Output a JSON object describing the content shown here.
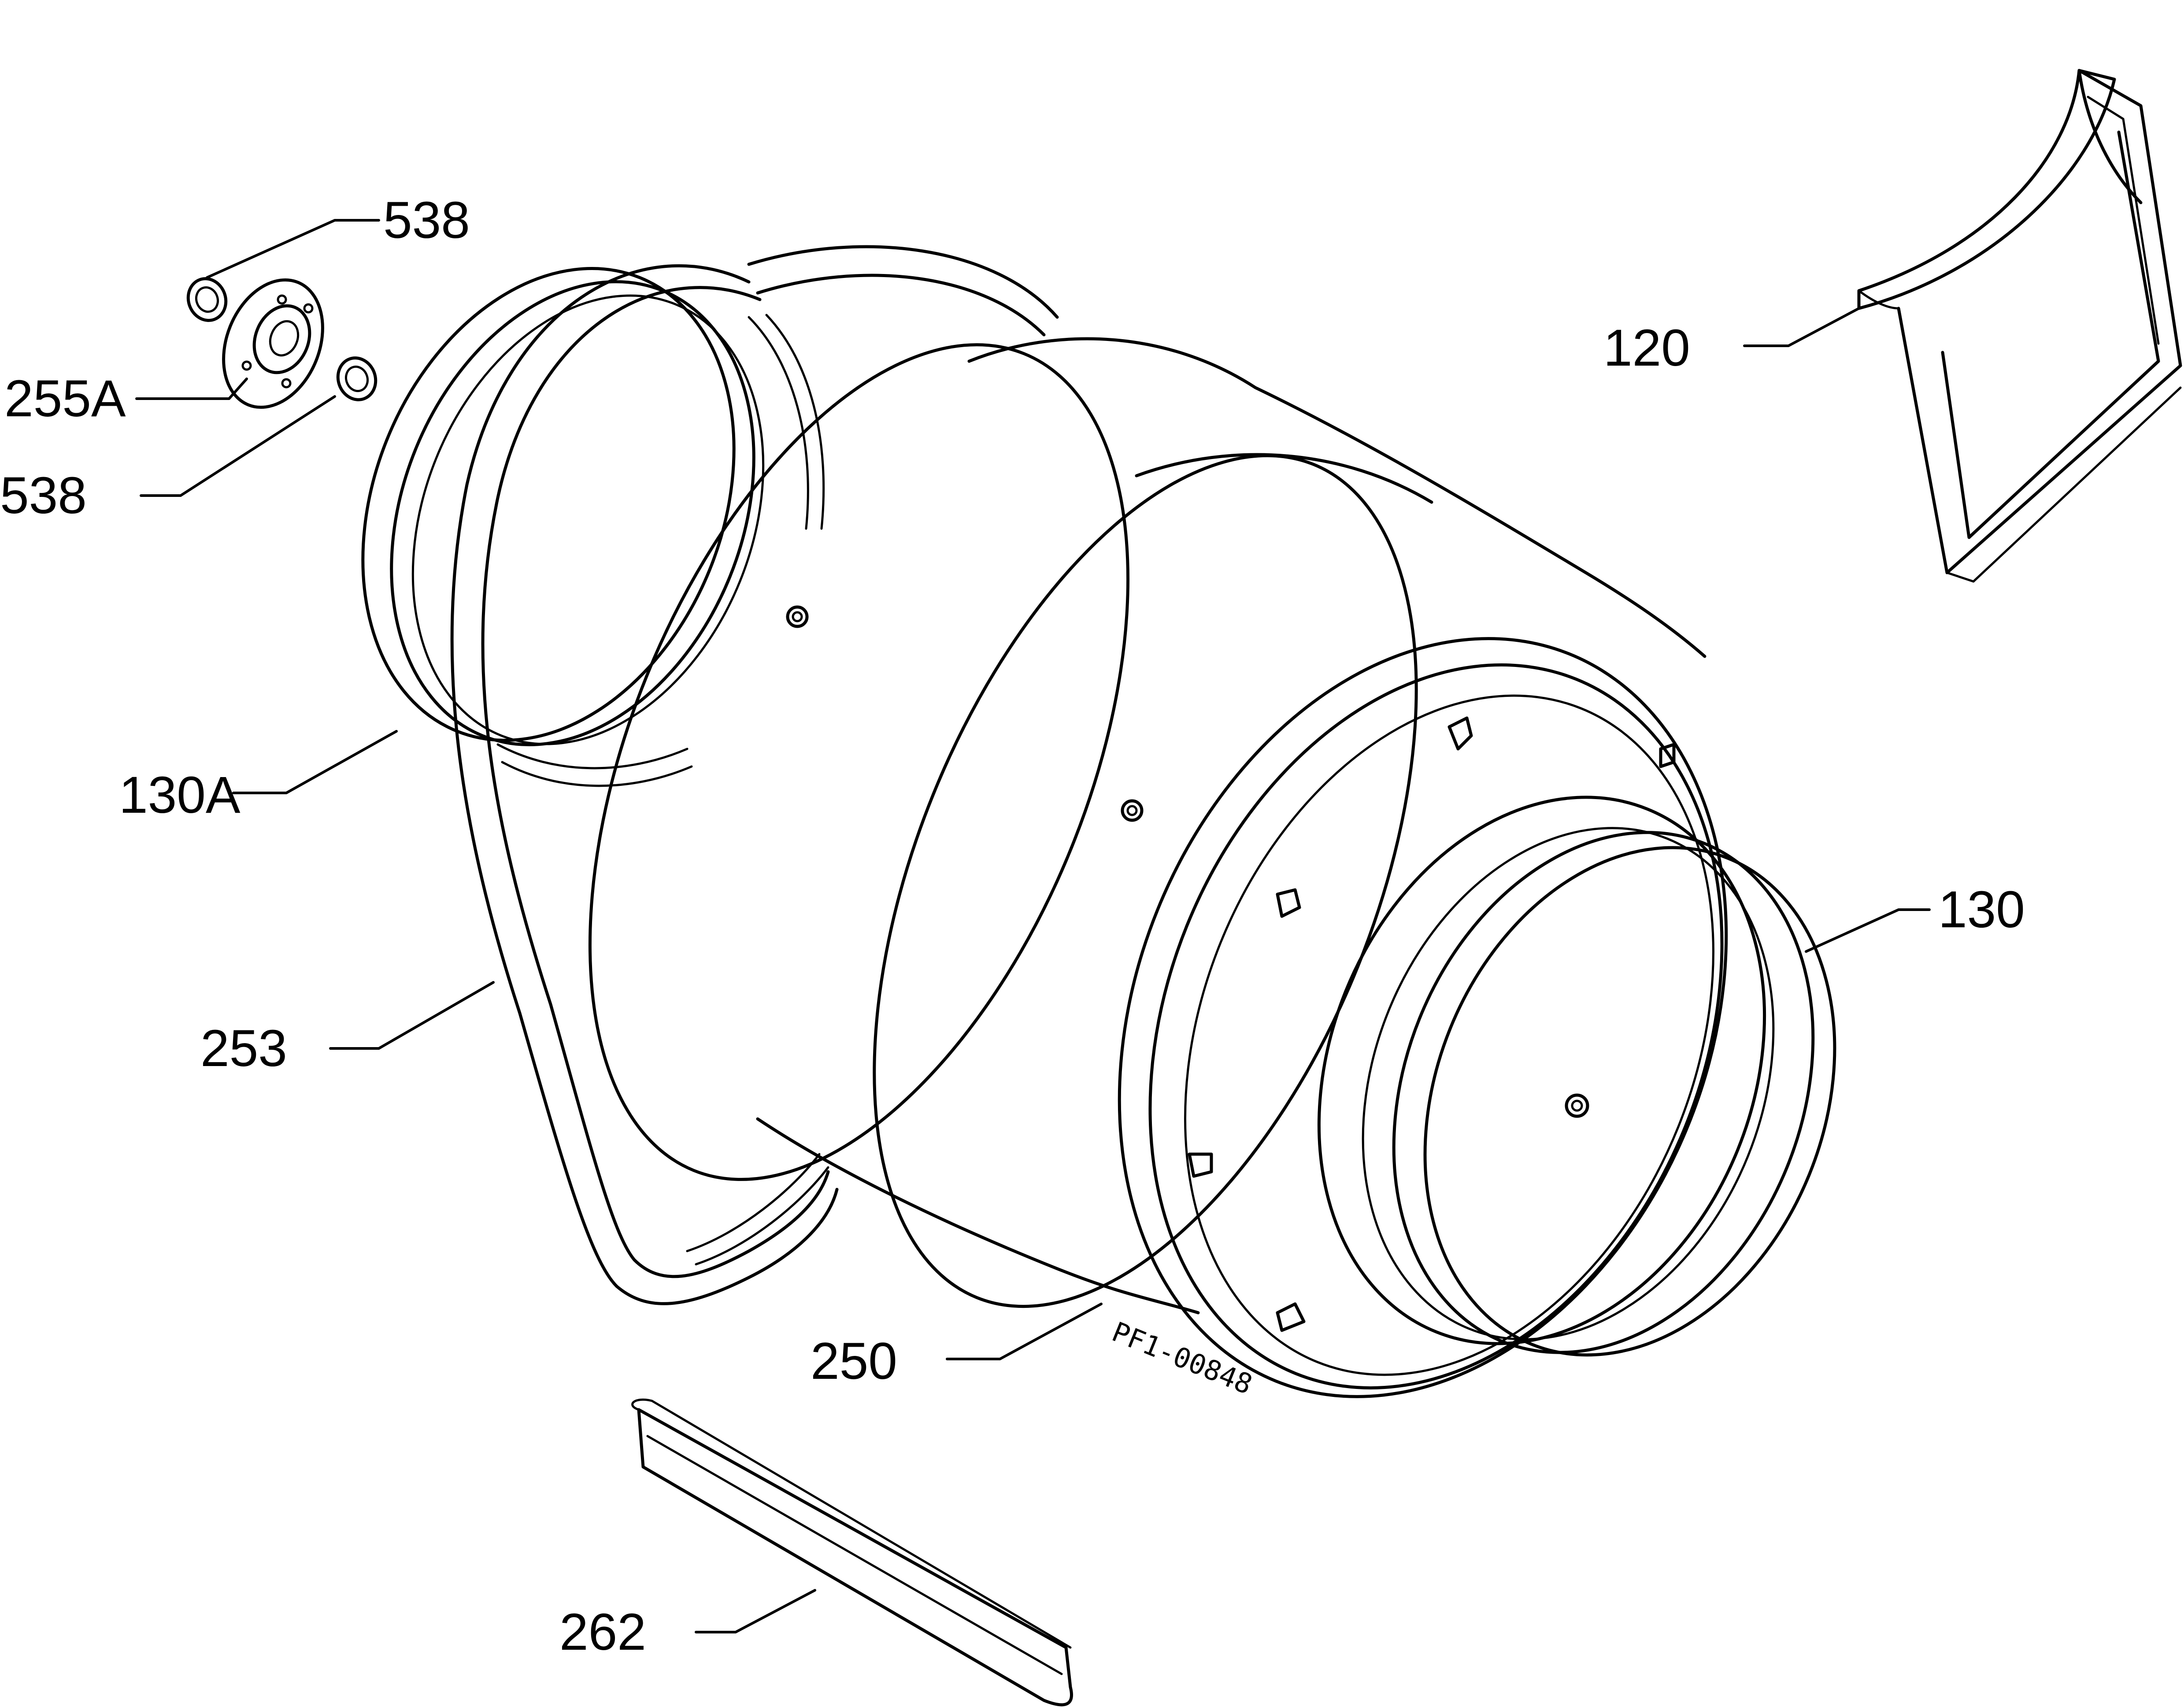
{
  "diagram": {
    "drawing_code": "PF1-00848",
    "callouts": {
      "c538_top": "538",
      "c255a": "255A",
      "c538_bottom": "538",
      "c120": "120",
      "c130a": "130A",
      "c130": "130",
      "c253": "253",
      "c250": "250",
      "c262": "262"
    }
  }
}
